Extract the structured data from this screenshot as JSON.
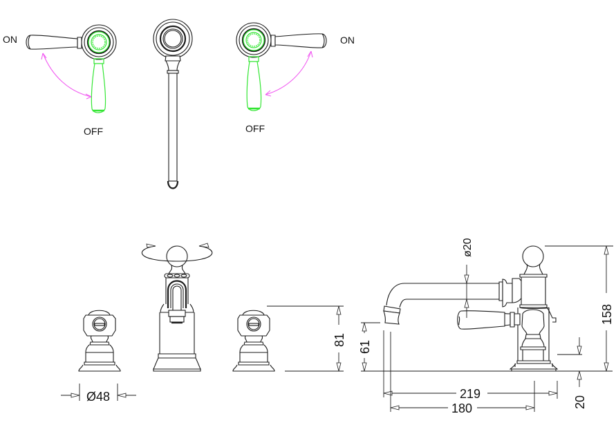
{
  "drawing": {
    "title": "Three-hole lever basin mixer — technical drawing",
    "colors": {
      "line": "#1a1a1a",
      "alt_position": "#33e633",
      "rotation_arrow": "#f15cf1",
      "background": "#ffffff"
    },
    "plan_view": {
      "left_handle": {
        "on_label": "ON",
        "off_label": "OFF"
      },
      "right_handle": {
        "on_label": "ON",
        "off_label": "OFF"
      }
    },
    "dimensions": {
      "handle_base_diameter": "Ø48",
      "handle_height": "81",
      "spout_diameter": "ø20",
      "overall_height": "158",
      "spout_outlet_height": "61",
      "spout_reach_overall": "219",
      "spout_reach_to_center": "180",
      "base_height": "20"
    }
  }
}
